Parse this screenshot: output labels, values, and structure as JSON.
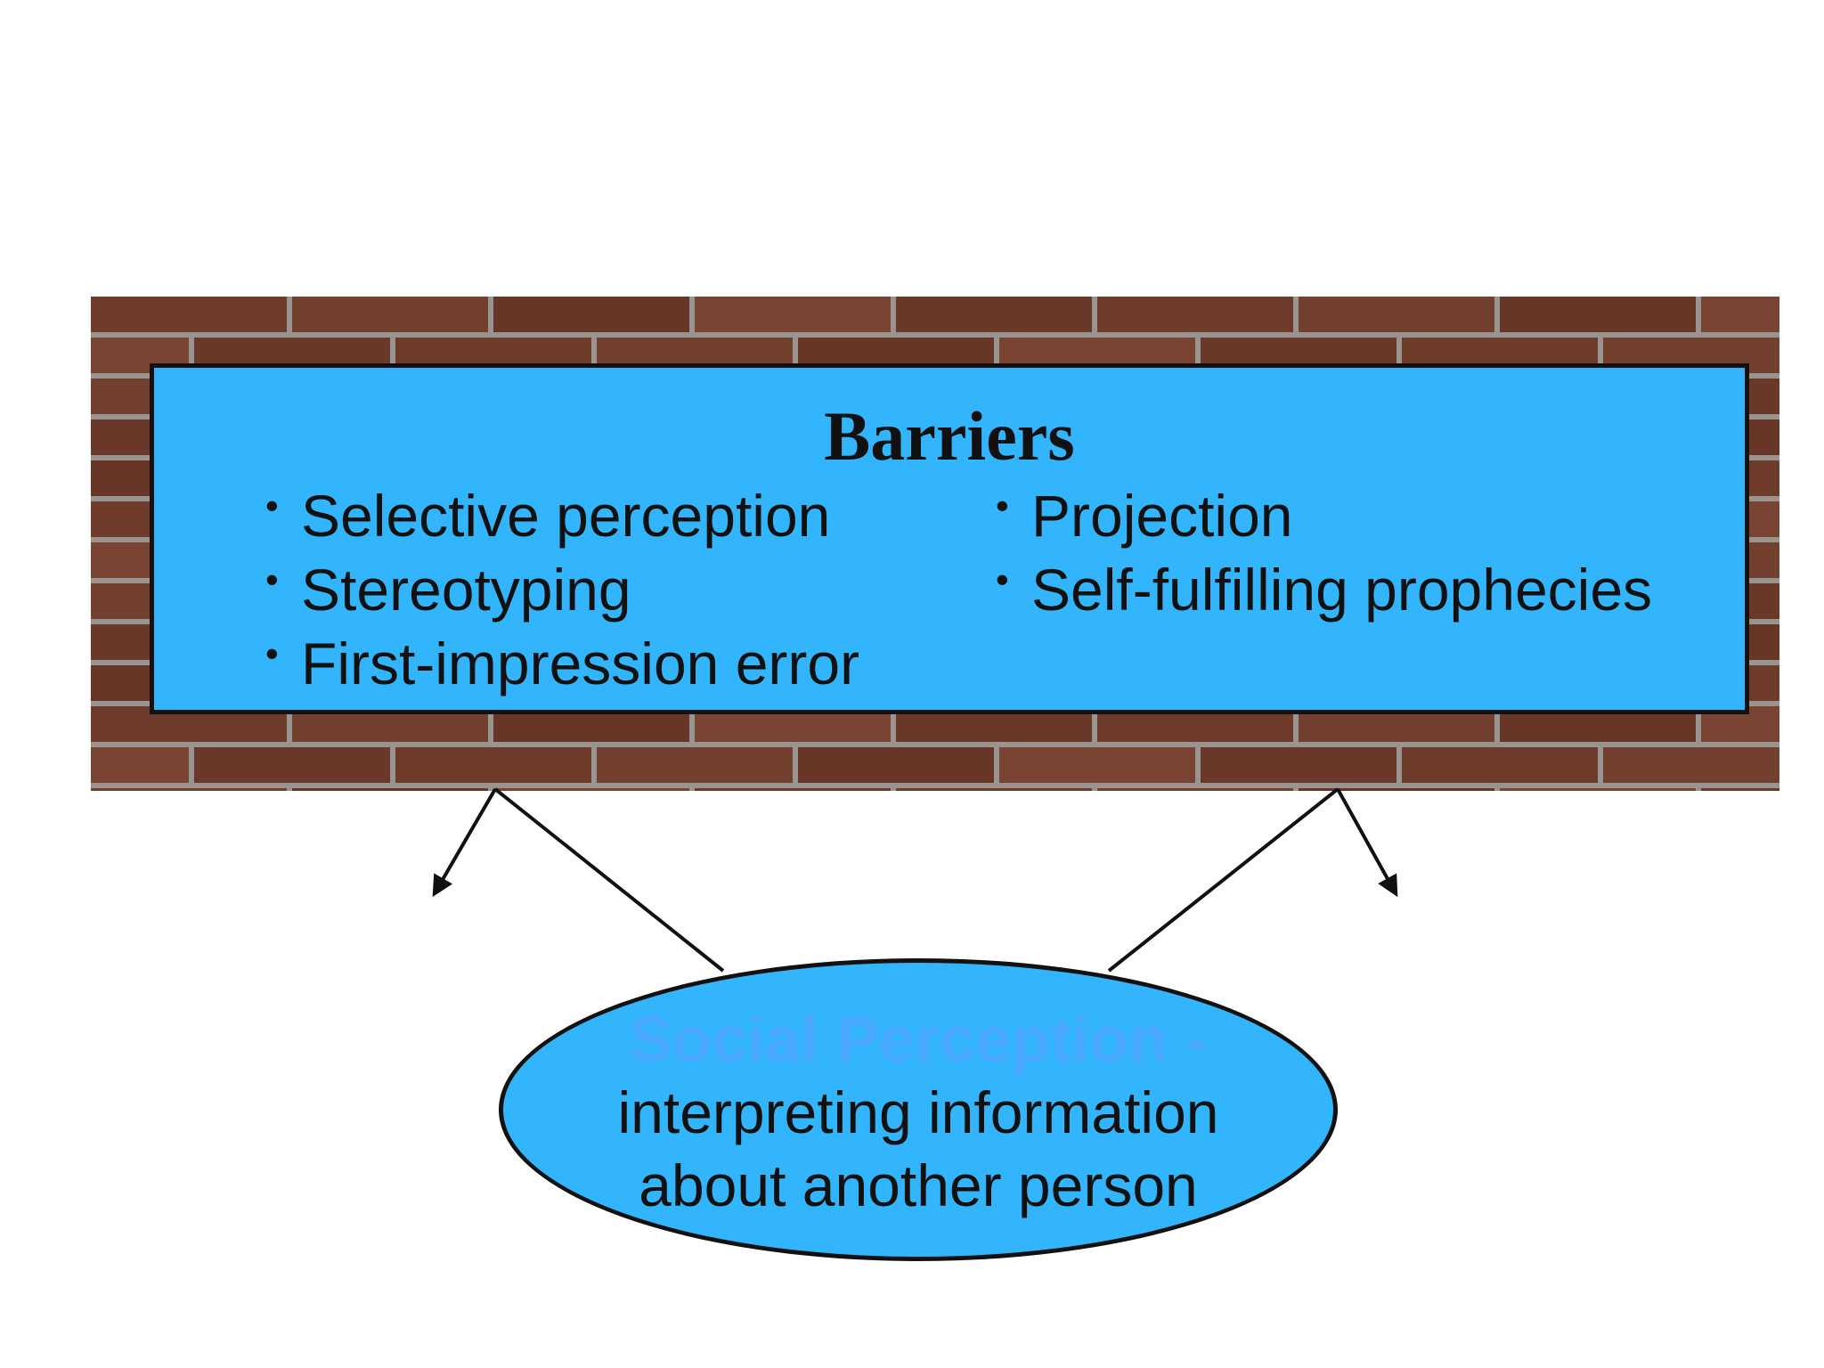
{
  "barriers": {
    "title": "Barriers",
    "left_items": [
      "Selective perception",
      "Stereotyping",
      "First-impression error"
    ],
    "right_items": [
      "Projection",
      "Self-fulfilling prophecies"
    ],
    "bullet": "•"
  },
  "perception": {
    "title": "Social Perception -",
    "line1": "interpreting information",
    "line2": "about another person"
  },
  "colors": {
    "box_fill": "#33b5fd",
    "brick": "#6e3a2a",
    "mortar": "#a9a4a0",
    "outline": "#111111"
  }
}
